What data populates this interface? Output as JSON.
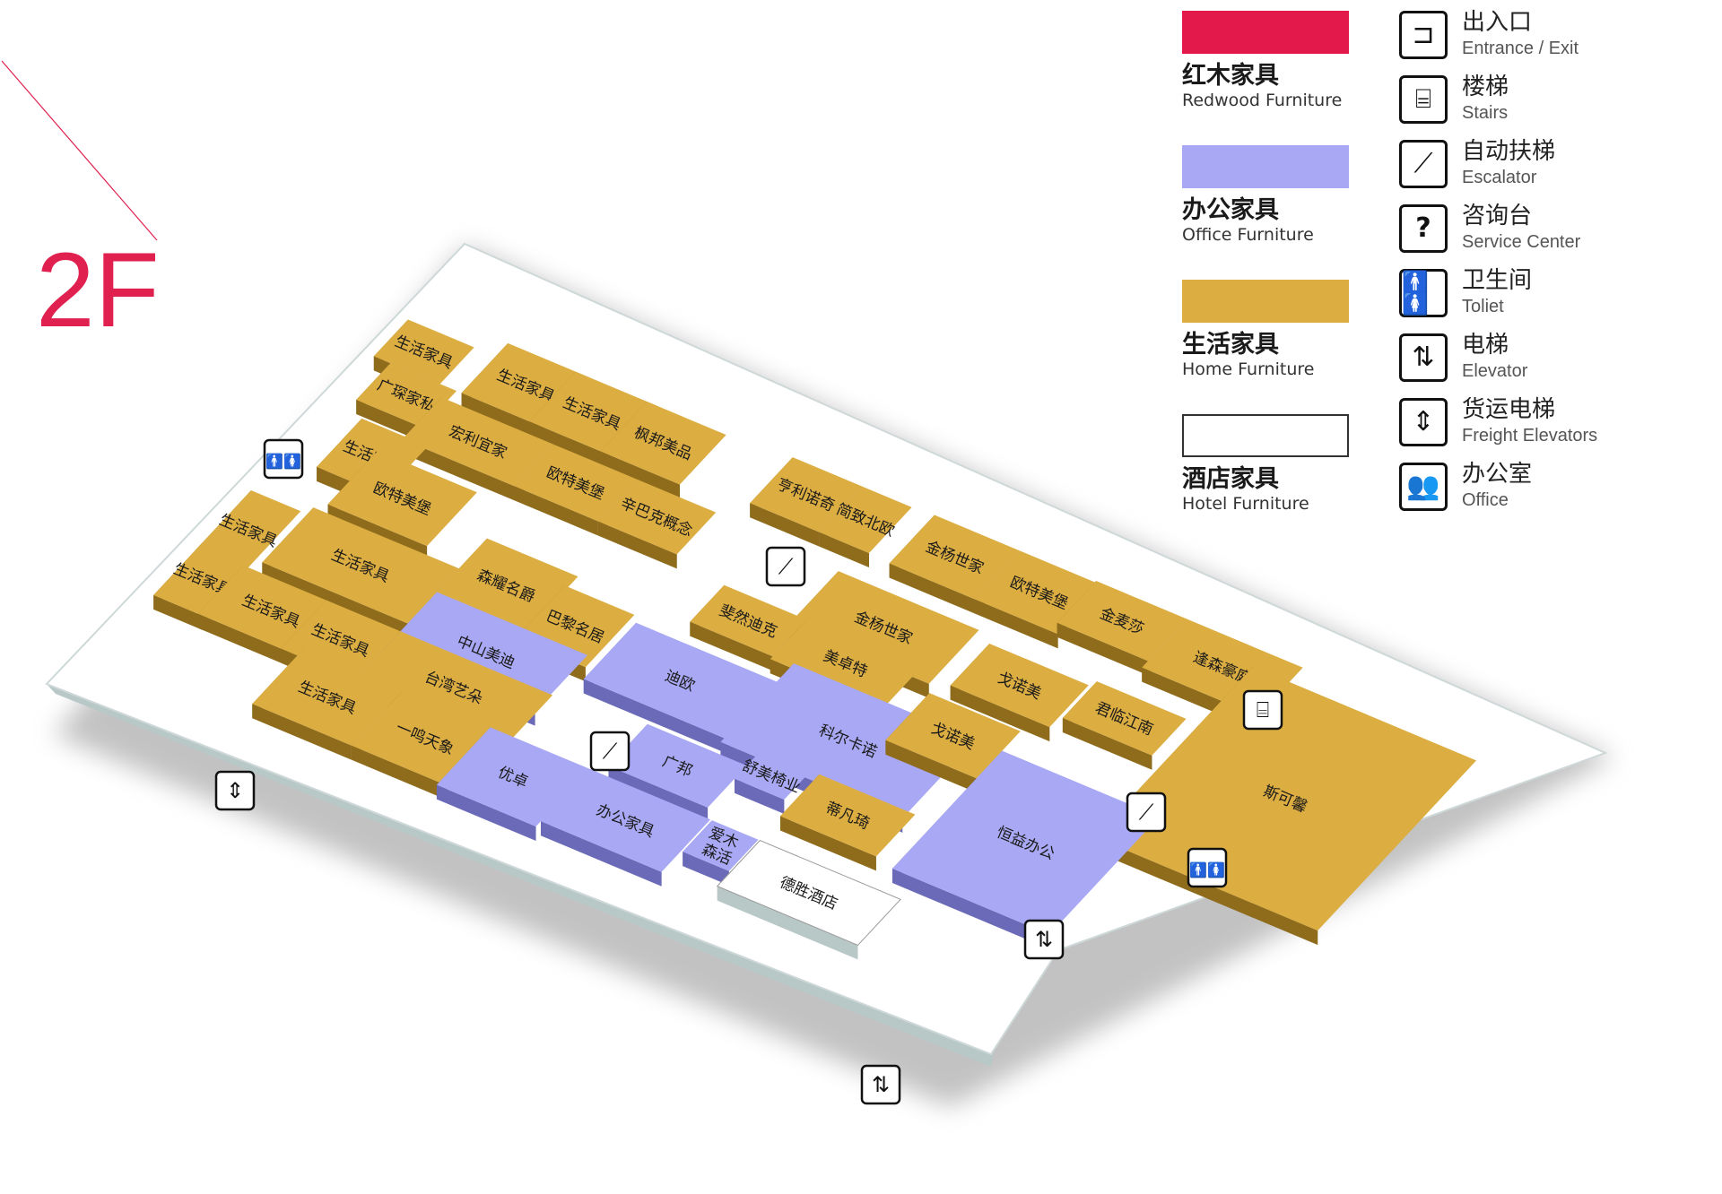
{
  "floor": "2F",
  "colors": {
    "redwood": "#e3184b",
    "office": "#a8a8f5",
    "office_side": "#6a6ab8",
    "home": "#dcad41",
    "home_side": "#8e6c1c",
    "hotel": "#ffffff",
    "floor_base": "#ffffff",
    "accent": "#e0204f"
  },
  "legend": [
    {
      "key": "redwood",
      "cn": "红木家具",
      "en": "Redwood Furniture"
    },
    {
      "key": "office",
      "cn": "办公家具",
      "en": "Office Furniture"
    },
    {
      "key": "home",
      "cn": "生活家具",
      "en": "Home Furniture"
    },
    {
      "key": "hotel",
      "cn": "酒店家具",
      "en": "Hotel Furniture"
    }
  ],
  "icon_legend": [
    {
      "icon": "entrance-exit-icon",
      "cn": "出入口",
      "en": "Entrance / Exit"
    },
    {
      "icon": "stairs-icon",
      "cn": "楼梯",
      "en": "Stairs"
    },
    {
      "icon": "escalator-icon",
      "cn": "自动扶梯",
      "en": "Escalator"
    },
    {
      "icon": "service-center-icon",
      "cn": "咨询台",
      "en": "Service Center"
    },
    {
      "icon": "toilet-icon",
      "cn": "卫生间",
      "en": "Toliet"
    },
    {
      "icon": "elevator-icon",
      "cn": "电梯",
      "en": "Elevator"
    },
    {
      "icon": "freight-elevator-icon",
      "cn": "货运电梯",
      "en": "Freight Elevators"
    },
    {
      "icon": "office-icon",
      "cn": "办公室",
      "en": "Office"
    }
  ],
  "stores": [
    {
      "name": "生活家具",
      "category": "home"
    },
    {
      "name": "广琛家私",
      "category": "home"
    },
    {
      "name": "生活家具",
      "category": "home"
    },
    {
      "name": "生活家具",
      "category": "home"
    },
    {
      "name": "生活家具",
      "category": "home"
    },
    {
      "name": "枫邦美品",
      "category": "home"
    },
    {
      "name": "宏利宜家",
      "category": "home"
    },
    {
      "name": "欧特美堡",
      "category": "home"
    },
    {
      "name": "辛巴克概念",
      "category": "home"
    },
    {
      "name": "亨利诺奇",
      "category": "home"
    },
    {
      "name": "简致北欧",
      "category": "home"
    },
    {
      "name": "欧特美堡",
      "category": "home"
    },
    {
      "name": "生活家具",
      "category": "home"
    },
    {
      "name": "森耀名爵",
      "category": "home"
    },
    {
      "name": "巴黎名居",
      "category": "home"
    },
    {
      "name": "金杨世家",
      "category": "home"
    },
    {
      "name": "欧特美堡",
      "category": "home"
    },
    {
      "name": "金杨世家",
      "category": "home"
    },
    {
      "name": "生活家具",
      "category": "home"
    },
    {
      "name": "生活家具",
      "category": "home"
    },
    {
      "name": "中山美迪",
      "category": "office"
    },
    {
      "name": "生活家具",
      "category": "home"
    },
    {
      "name": "生活家具",
      "category": "home"
    },
    {
      "name": "台湾艺朵",
      "category": "home"
    },
    {
      "name": "斐然迪克",
      "category": "home"
    },
    {
      "name": "美卓特",
      "category": "home"
    },
    {
      "name": "金麦莎",
      "category": "home"
    },
    {
      "name": "逢森豪庭",
      "category": "home"
    },
    {
      "name": "戈诺美",
      "category": "home"
    },
    {
      "name": "生活家具",
      "category": "home"
    },
    {
      "name": "一鸣天象",
      "category": "home"
    },
    {
      "name": "迪欧",
      "category": "office"
    },
    {
      "name": "君临江南",
      "category": "home"
    },
    {
      "name": "斯可馨",
      "category": "home"
    },
    {
      "name": "戈诺美",
      "category": "home"
    },
    {
      "name": "科尔卡诺",
      "category": "office"
    },
    {
      "name": "优卓",
      "category": "office"
    },
    {
      "name": "广邦",
      "category": "office"
    },
    {
      "name": "办公家具",
      "category": "office"
    },
    {
      "name": "舒美椅业",
      "category": "office"
    },
    {
      "name": "蒂凡琦",
      "category": "home"
    },
    {
      "name": "恒益办公",
      "category": "office"
    },
    {
      "name": "爱木 森活",
      "category": "office"
    },
    {
      "name": "德胜酒店",
      "category": "hotel"
    }
  ],
  "facilities": [
    {
      "icon": "toilet-icon"
    },
    {
      "icon": "escalator-icon"
    },
    {
      "icon": "escalator-icon"
    },
    {
      "icon": "escalator-icon"
    },
    {
      "icon": "stairs-icon"
    },
    {
      "icon": "toilet-icon"
    },
    {
      "icon": "freight-elevator-icon"
    },
    {
      "icon": "elevator-icon"
    },
    {
      "icon": "elevator-icon"
    }
  ]
}
